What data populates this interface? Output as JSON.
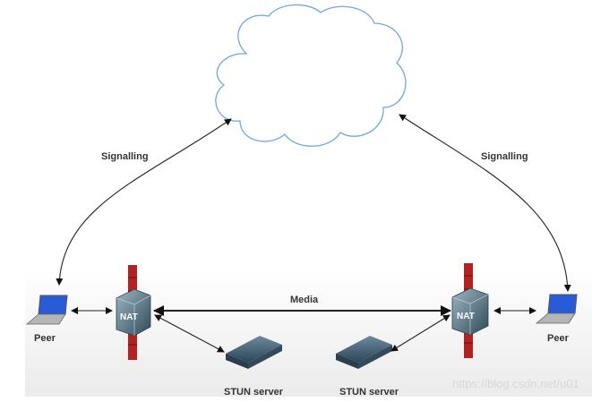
{
  "labels": {
    "signalling_left": "Signalling",
    "signalling_right": "Signalling",
    "media": "Media",
    "nat_left": "NAT",
    "nat_right": "NAT",
    "peer_left": "Peer",
    "peer_right": "Peer",
    "stun_left": "STUN server",
    "stun_right": "STUN server"
  },
  "watermark": "https://blog.csdn.net/u01",
  "colors": {
    "cloud_stroke": "#5b9bd5",
    "firewall": "#b22222",
    "nat": "#4a6a7c",
    "stun": "#3f5a6e",
    "laptop_screen": "#2a5bd7"
  }
}
